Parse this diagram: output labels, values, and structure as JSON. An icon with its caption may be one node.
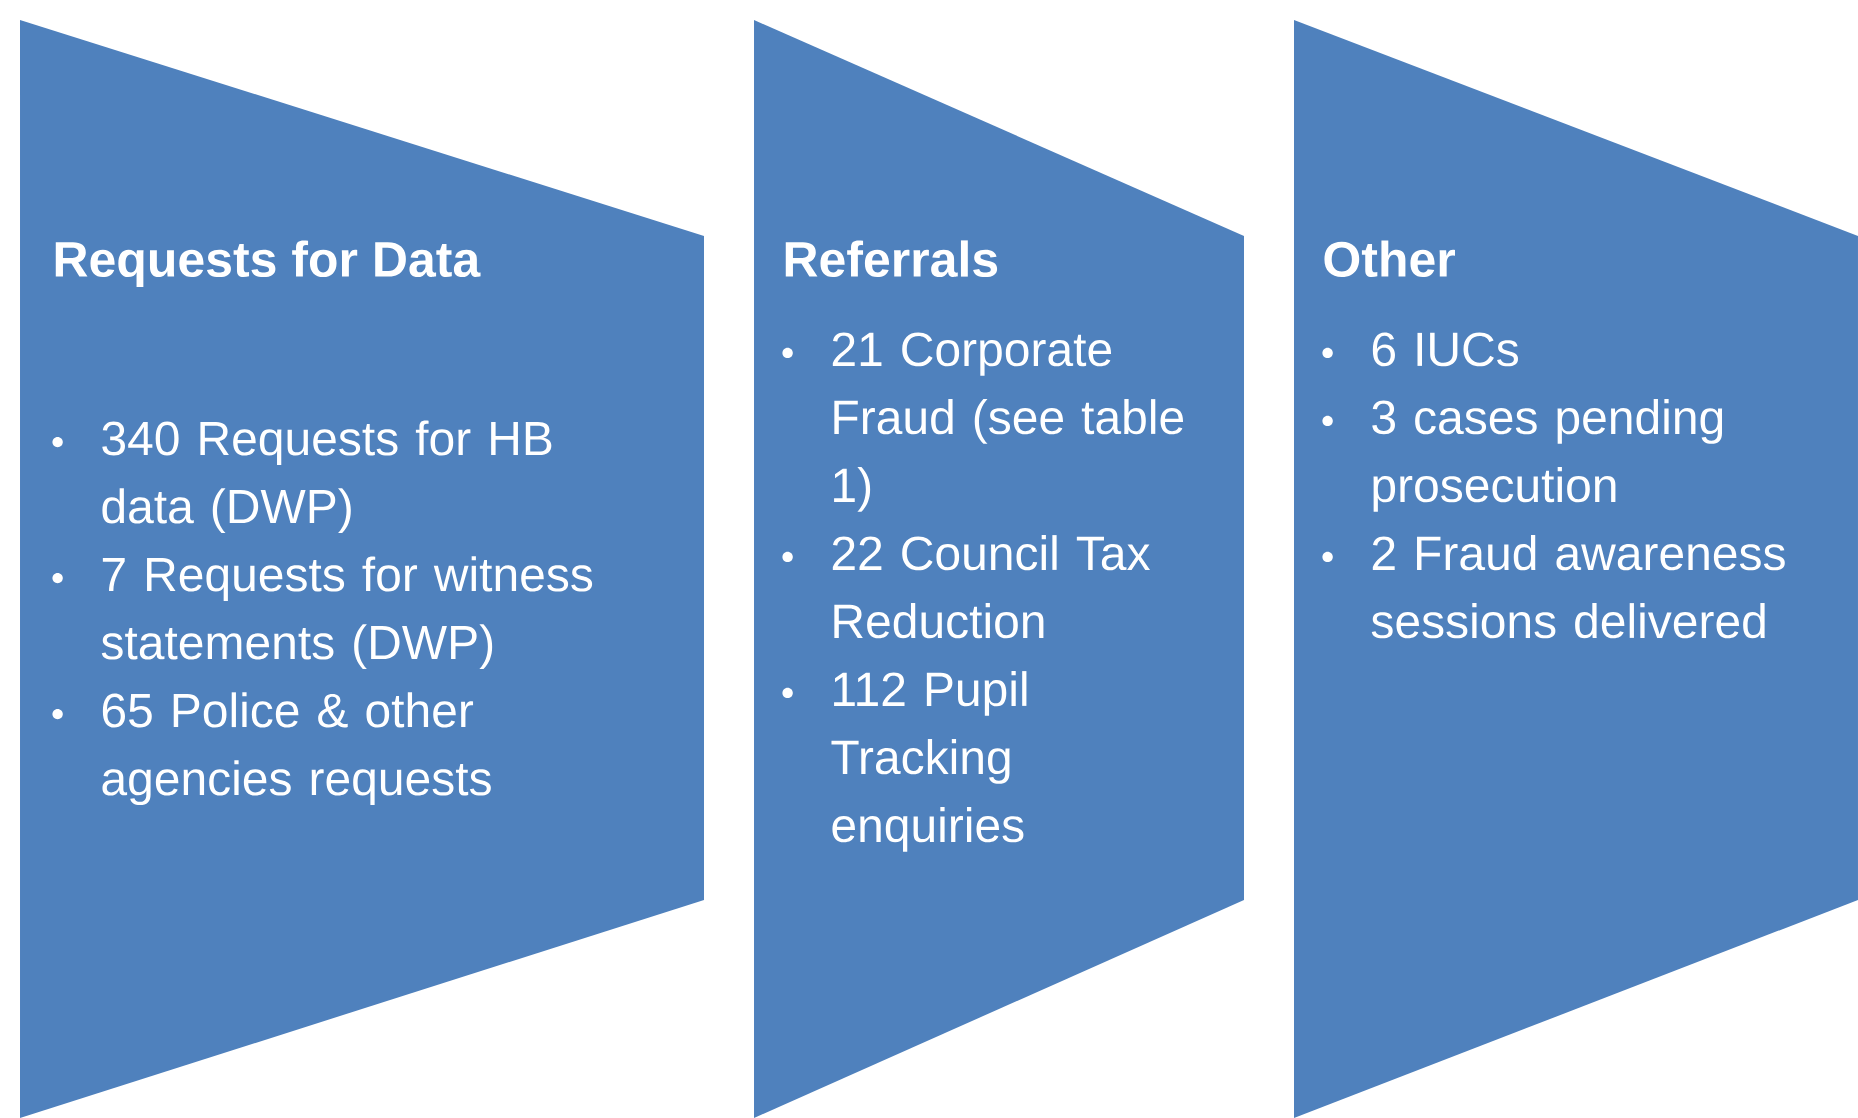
{
  "diagram": {
    "nodes": [
      {
        "text": [
          "Requests for Data",
          "340 Requests for HB data (DWP)",
          "7 Requests for witness statements (DWP)",
          "65 Police & other agencies requests"
        ]
      },
      {
        "text": [
          "Referrals",
          "21 Corporate Fraud (see table 1)",
          "22 Council Tax Reduction",
          "112 Pupil Tracking enquiries"
        ]
      },
      {
        "text": [
          "Other",
          "6 IUCs",
          "3 cases pending prosecution",
          "2 Fraud awareness sessions delivered"
        ]
      }
    ]
  }
}
